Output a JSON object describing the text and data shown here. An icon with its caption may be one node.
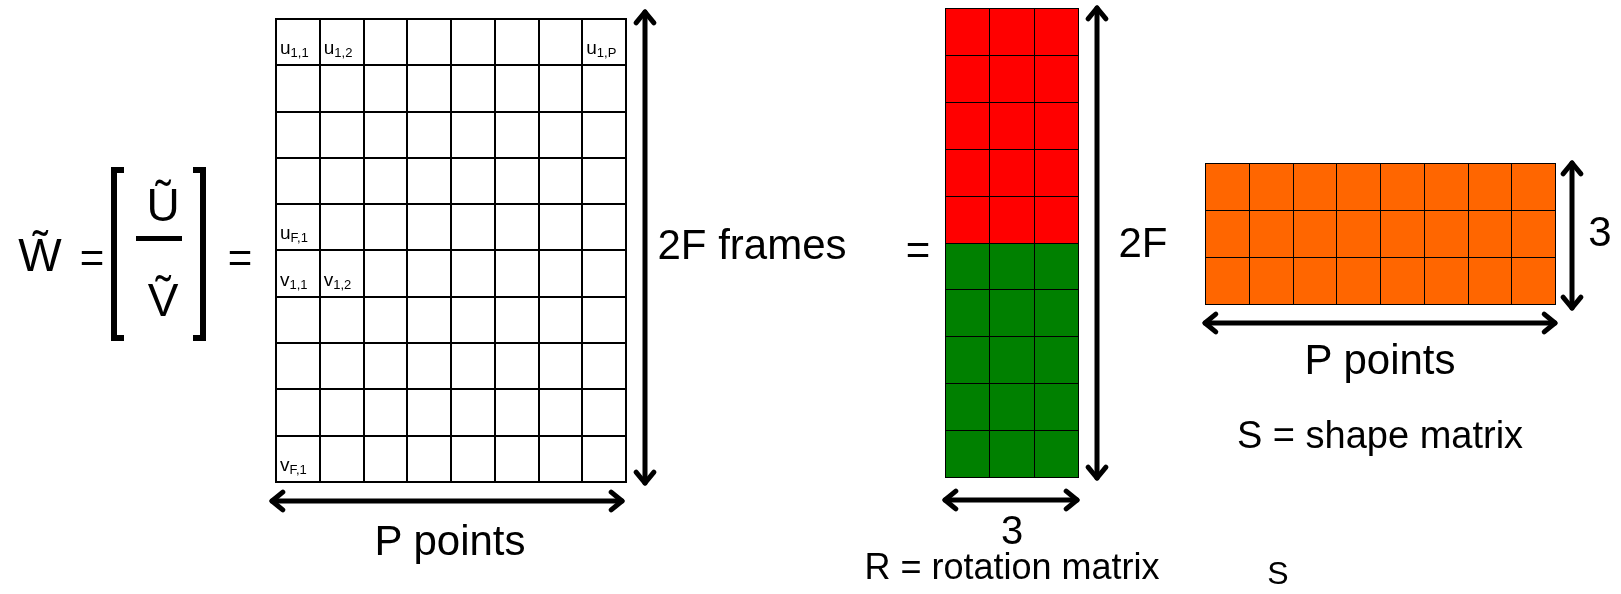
{
  "diagram": {
    "nodes": [
      {
        "text": [
          "u$_{1,1}$",
          "u$_{1,2}$",
          "u$_{1,P}$",
          "u$_{F,1}$",
          "v$_{1,1}$",
          "v$_{1,2}$",
          "v$_{F,1}$"
        ]
      },
      {
        "text": [],
        "shape": "box"
      },
      {
        "text": [],
        "shape": "box"
      }
    ],
    "labels": [
      "W̃",
      "=",
      "Ũ",
      "Ṽ",
      "=",
      "2F frames",
      "=",
      "2F",
      "3",
      "P points",
      "S = shape matrix",
      "P points",
      "3",
      "R = rotation matrix",
      "S"
    ]
  }
}
